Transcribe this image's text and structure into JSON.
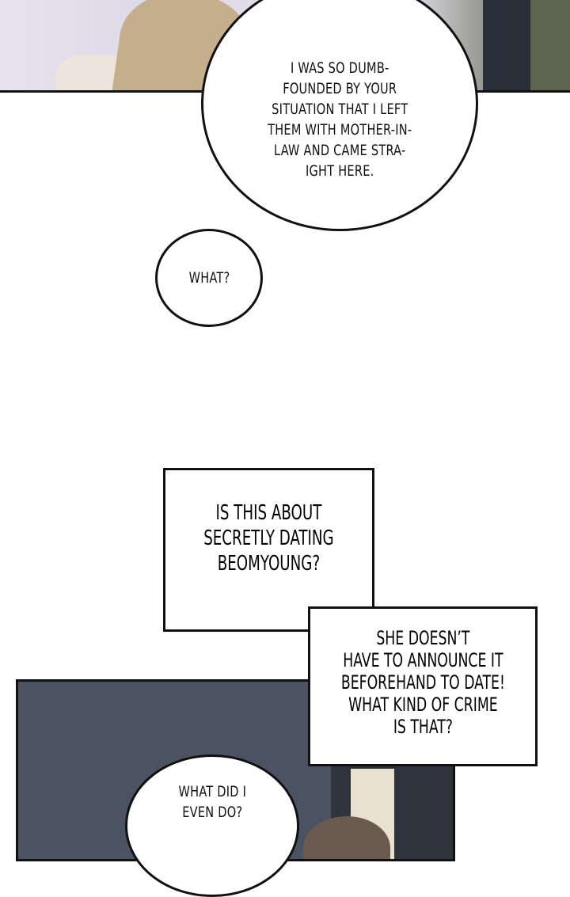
{
  "panels": [
    {
      "speech": [
        "I WAS SO DUMB-",
        "FOUNDED BY YOUR",
        "SITUATION THAT I LEFT",
        "THEM WITH MOTHER-IN-",
        "LAW AND CAME STRA-",
        "IGHT HERE."
      ]
    },
    {
      "speech": [
        "WHAT?"
      ]
    },
    {
      "caption_1": [
        "IS THIS ABOUT",
        "SECRETLY DATING",
        "BEOMYOUNG?"
      ],
      "caption_2": [
        "SHE DOESN’T",
        "HAVE TO ANNOUNCE IT",
        "BEFOREHAND TO DATE!",
        "WHAT KIND OF CRIME",
        "IS THAT?"
      ]
    },
    {
      "speech": [
        "WHAT DID I",
        "EVEN DO?"
      ]
    }
  ]
}
